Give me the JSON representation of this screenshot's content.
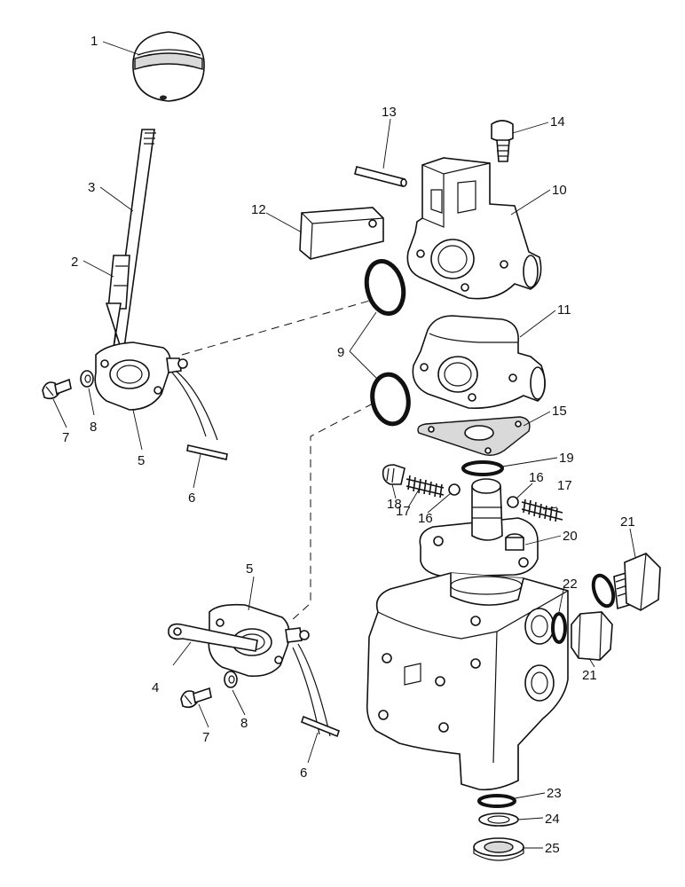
{
  "diagram": {
    "type": "exploded-parts-diagram",
    "callouts": [
      {
        "id": "c1",
        "text": "1"
      },
      {
        "id": "c2",
        "text": "2"
      },
      {
        "id": "c3",
        "text": "3"
      },
      {
        "id": "c4",
        "text": "4"
      },
      {
        "id": "c5a",
        "text": "5"
      },
      {
        "id": "c5b",
        "text": "5"
      },
      {
        "id": "c6a",
        "text": "6"
      },
      {
        "id": "c6b",
        "text": "6"
      },
      {
        "id": "c7a",
        "text": "7"
      },
      {
        "id": "c7b",
        "text": "7"
      },
      {
        "id": "c8a",
        "text": "8"
      },
      {
        "id": "c8b",
        "text": "8"
      },
      {
        "id": "c9",
        "text": "9"
      },
      {
        "id": "c10",
        "text": "10"
      },
      {
        "id": "c11",
        "text": "11"
      },
      {
        "id": "c12",
        "text": "12"
      },
      {
        "id": "c13",
        "text": "13"
      },
      {
        "id": "c14",
        "text": "14"
      },
      {
        "id": "c15",
        "text": "15"
      },
      {
        "id": "c16a",
        "text": "16"
      },
      {
        "id": "c16b",
        "text": "16"
      },
      {
        "id": "c17a",
        "text": "17"
      },
      {
        "id": "c17b",
        "text": "17"
      },
      {
        "id": "c18",
        "text": "18"
      },
      {
        "id": "c19",
        "text": "19"
      },
      {
        "id": "c20",
        "text": "20"
      },
      {
        "id": "c21a",
        "text": "21"
      },
      {
        "id": "c21b",
        "text": "21"
      },
      {
        "id": "c22",
        "text": "22"
      },
      {
        "id": "c23",
        "text": "23"
      },
      {
        "id": "c24",
        "text": "24"
      },
      {
        "id": "c25",
        "text": "25"
      }
    ]
  }
}
